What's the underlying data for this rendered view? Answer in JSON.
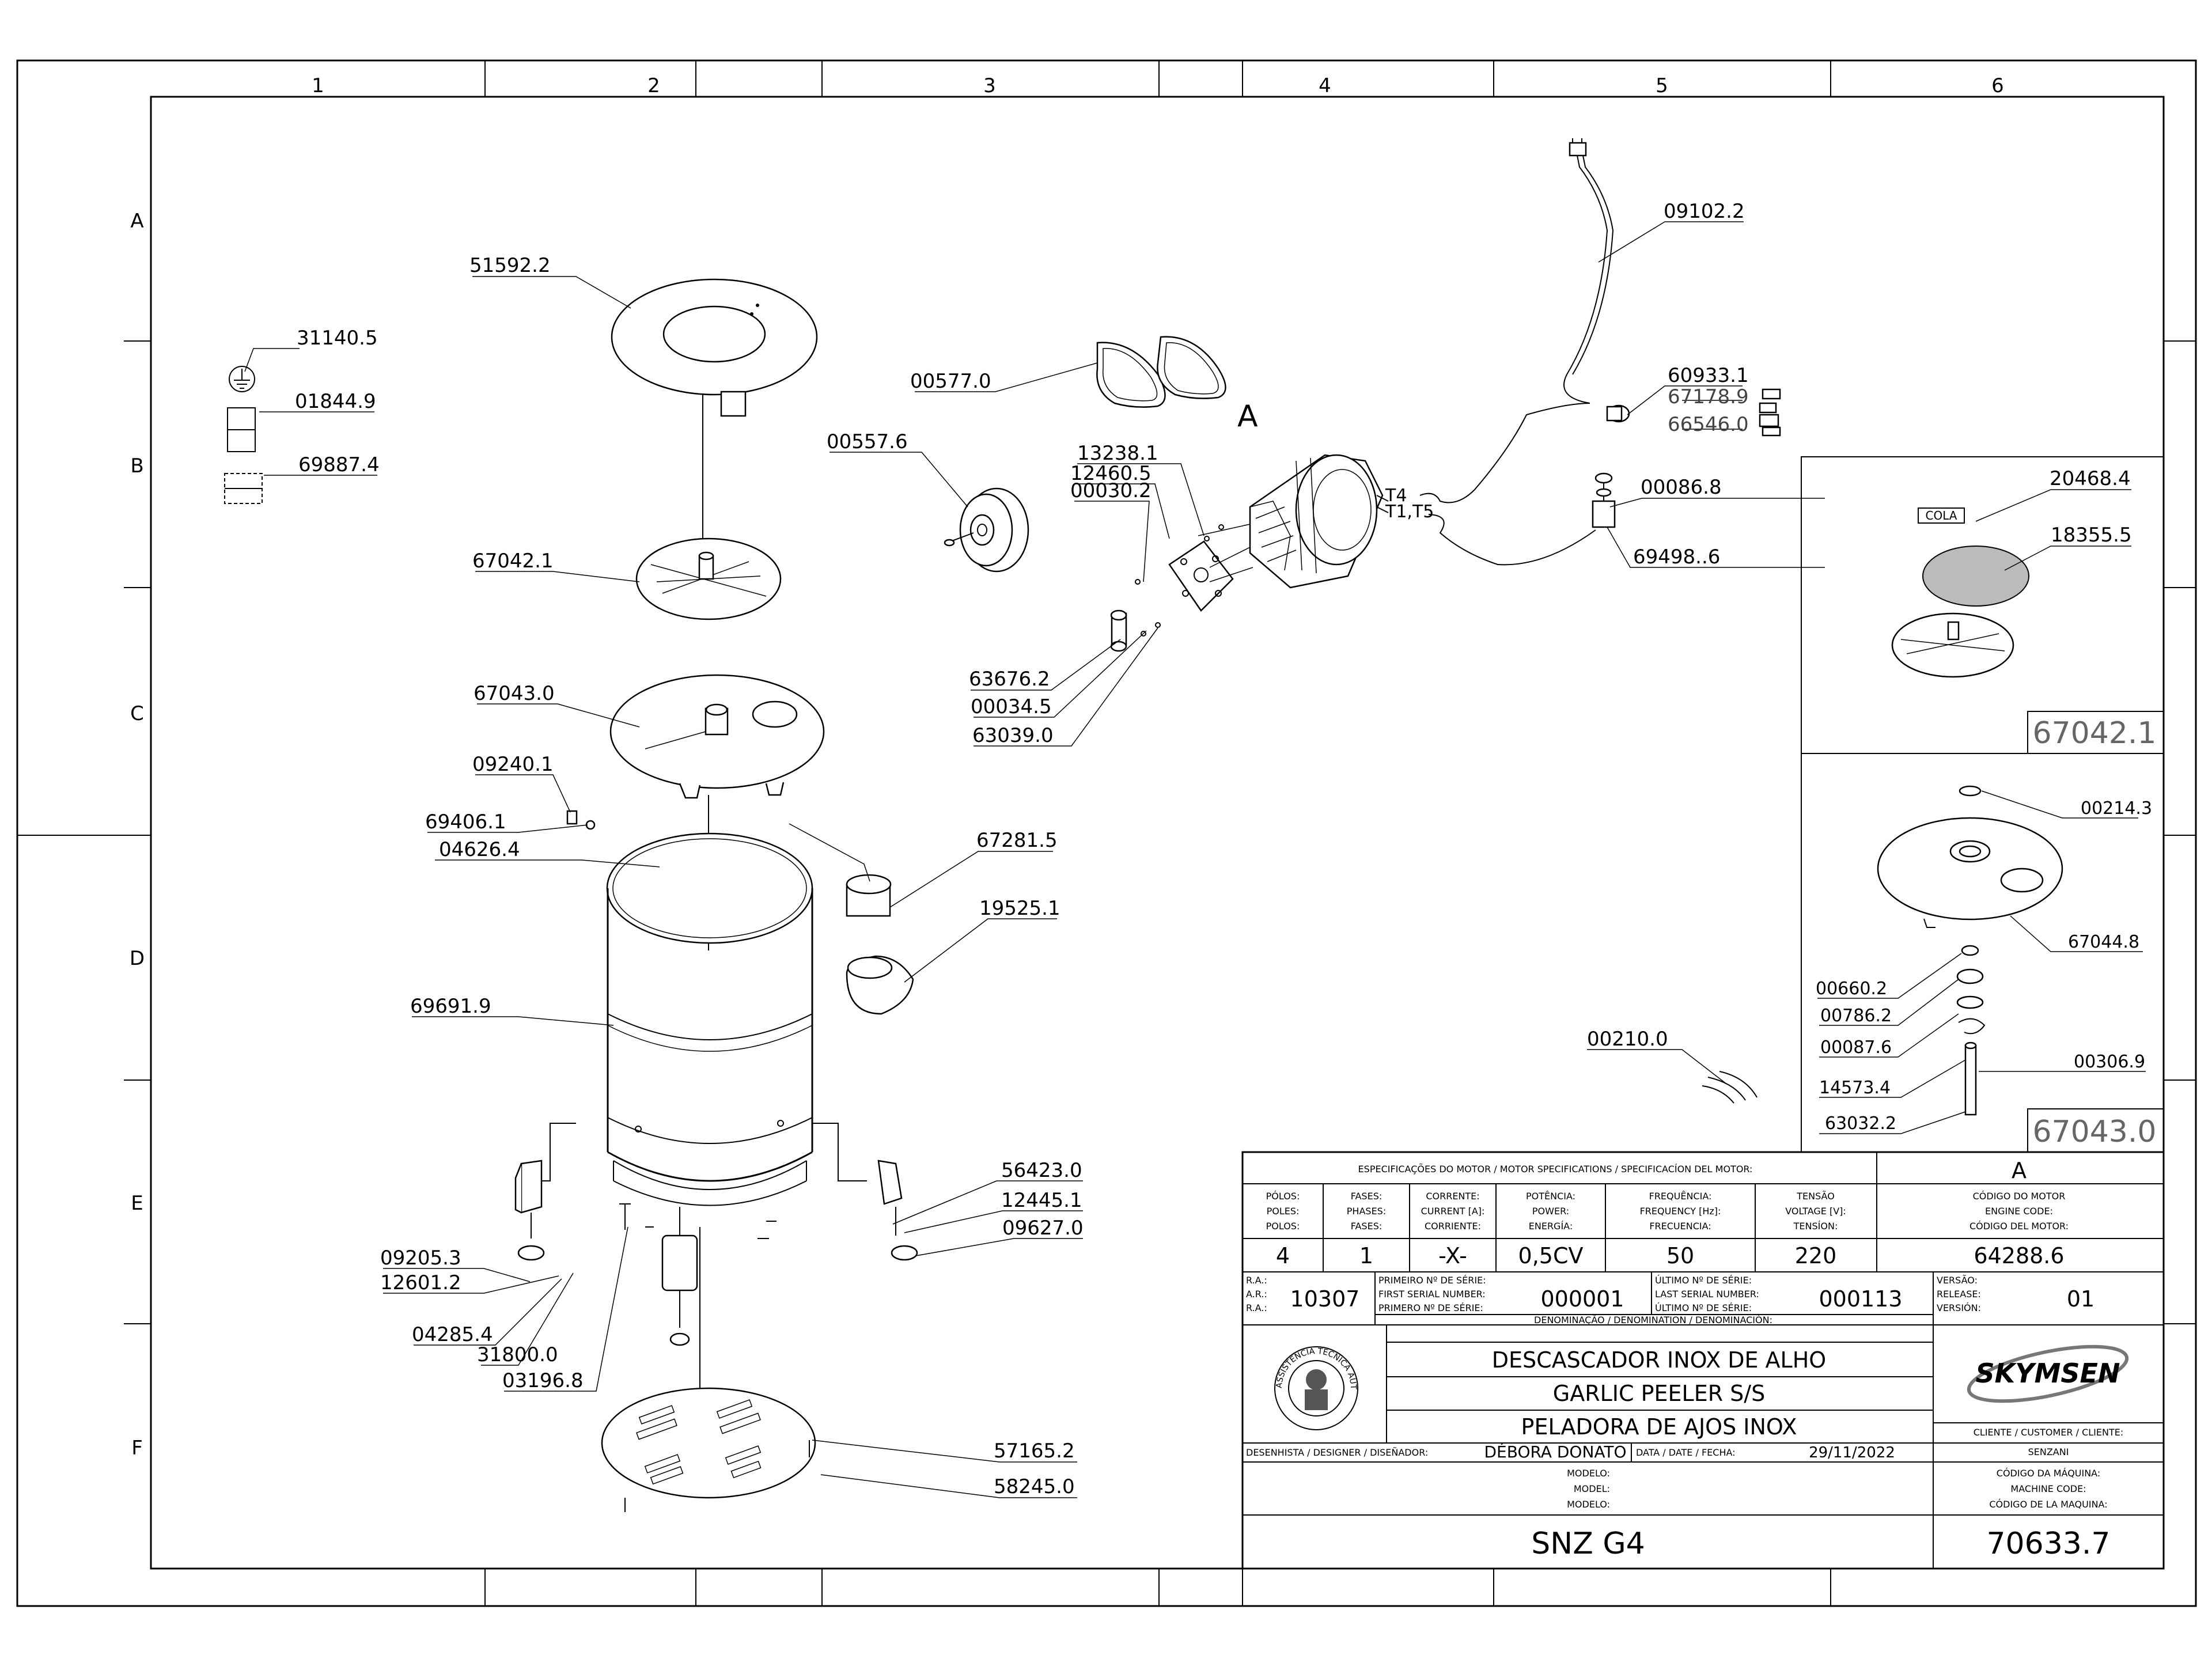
{
  "grid": {
    "columns": [
      "1",
      "2",
      "3",
      "4",
      "5",
      "6"
    ],
    "rows": [
      "A",
      "B",
      "C",
      "D",
      "E",
      "F"
    ]
  },
  "callouts": [
    {
      "id": "c1",
      "text": "31140.5"
    },
    {
      "id": "c2",
      "text": "01844.9"
    },
    {
      "id": "c3",
      "text": "69887.4"
    },
    {
      "id": "c4",
      "text": "51592.2"
    },
    {
      "id": "c5",
      "text": "67042.1"
    },
    {
      "id": "c6",
      "text": "67043.0"
    },
    {
      "id": "c7",
      "text": "09240.1"
    },
    {
      "id": "c8",
      "text": "69406.1"
    },
    {
      "id": "c9",
      "text": "04626.4"
    },
    {
      "id": "c10",
      "text": "69691.9"
    },
    {
      "id": "c11",
      "text": "67281.5"
    },
    {
      "id": "c12",
      "text": "19525.1"
    },
    {
      "id": "c13",
      "text": "00577.0"
    },
    {
      "id": "c14",
      "text": "00557.6"
    },
    {
      "id": "c15",
      "text": "13238.1"
    },
    {
      "id": "c16",
      "text": "12460.5"
    },
    {
      "id": "c17",
      "text": "00030.2"
    },
    {
      "id": "c18",
      "text": "63676.2"
    },
    {
      "id": "c19",
      "text": "00034.5"
    },
    {
      "id": "c20",
      "text": "63039.0"
    },
    {
      "id": "c21",
      "text": "09102.2"
    },
    {
      "id": "c22",
      "text": "60933.1"
    },
    {
      "id": "c23",
      "text": "67178.9"
    },
    {
      "id": "c24",
      "text": "66546.0"
    },
    {
      "id": "c25",
      "text": "00086.8"
    },
    {
      "id": "c26",
      "text": "69498..6"
    },
    {
      "id": "c27",
      "text": "00210.0"
    },
    {
      "id": "c28",
      "text": "56423.0"
    },
    {
      "id": "c29",
      "text": "12445.1"
    },
    {
      "id": "c30",
      "text": "09627.0"
    },
    {
      "id": "c31",
      "text": "09205.3"
    },
    {
      "id": "c32",
      "text": "12601.2"
    },
    {
      "id": "c33",
      "text": "04285.4"
    },
    {
      "id": "c34",
      "text": "31800.0"
    },
    {
      "id": "c35",
      "text": "03196.8"
    },
    {
      "id": "c36",
      "text": "57165.2"
    },
    {
      "id": "c37",
      "text": "58245.0"
    },
    {
      "id": "c38",
      "text": "20468.4"
    },
    {
      "id": "c39",
      "text": "18355.5"
    },
    {
      "id": "c40",
      "text": "00214.3"
    },
    {
      "id": "c41",
      "text": "67044.8"
    },
    {
      "id": "c42",
      "text": "00660.2"
    },
    {
      "id": "c43",
      "text": "00786.2"
    },
    {
      "id": "c44",
      "text": "00087.6"
    },
    {
      "id": "c45",
      "text": "00306.9"
    },
    {
      "id": "c46",
      "text": "14573.4"
    },
    {
      "id": "c47",
      "text": "63032.2"
    }
  ],
  "motor_letter": "A",
  "motor_terminals": {
    "t4": "T4",
    "t1t5": "T1,T5"
  },
  "cola_label": "COLA",
  "detail_boxes": {
    "top": "67042.1",
    "bottom": "67043.0"
  },
  "title_block": {
    "spec_header": "ESPECIFICAÇÕES DO MOTOR / MOTOR SPECIFICATIONS / SPECIFICACÍON DEL MOTOR:",
    "spec_letter": "A",
    "col_headers": [
      [
        "PÓLOS:",
        "POLES:",
        "POLOS:"
      ],
      [
        "FASES:",
        "PHASES:",
        "FASES:"
      ],
      [
        "CORRENTE:",
        "CURRENT [A]:",
        "CORRIENTE:"
      ],
      [
        "POTÊNCIA:",
        "POWER:",
        "ENERGÍA:"
      ],
      [
        "FREQUÊNCIA:",
        "FREQUENCY [Hz]:",
        "FRECUENCIA:"
      ],
      [
        "TENSÃO",
        "VOLTAGE [V]:",
        "TENSÍON:"
      ],
      [
        "CÓDIGO DO MOTOR",
        "ENGINE CODE:",
        "CÓDIGO DEL MOTOR:"
      ]
    ],
    "values": [
      "4",
      "1",
      "-X-",
      "0,5CV",
      "50",
      "220",
      "64288.6"
    ],
    "ra_labels": [
      "R.A.:",
      "A.R.:",
      "R.A.:"
    ],
    "ra_value": "10307",
    "first_serial_labels": [
      "PRIMEIRO Nº DE SÉRIE:",
      "FIRST SERIAL NUMBER:",
      "PRIMERO Nº DE SÉRIE:"
    ],
    "first_serial": "000001",
    "last_serial_labels": [
      "ÚLTIMO Nº DE SÉRIE:",
      "LAST SERIAL NUMBER:",
      "ÚLTIMO Nº DE SÉRIE:"
    ],
    "last_serial": "000113",
    "version_labels": [
      "VERSÃO:",
      "RELEASE:",
      "VERSIÓN:"
    ],
    "version": "01",
    "denomination_header": "DENOMINAÇÃO / DENOMINATION / DENOMINACIÓN:",
    "names": [
      "DESCASCADOR INOX DE ALHO",
      "GARLIC PEELER S/S",
      "PELADORA DE AJOS INOX"
    ],
    "seal_text": "ASSISTÊNCIA TÉCNICA AUTORIZADA",
    "brand": "SKYMSEN",
    "client_label": "CLIENTE / CUSTOMER / CLIENTE:",
    "client": "SENZANI",
    "designer_label": "DESENHISTA / DESIGNER / DISEÑADOR:",
    "designer": "DÉBORA DONATO",
    "date_label": "DATA / DATE / FECHA:",
    "date": "29/11/2022",
    "model_labels": [
      "MODELO:",
      "MODEL:",
      "MODELO:"
    ],
    "machine_code_labels": [
      "CÓDIGO DA MÁQUINA:",
      "MACHINE CODE:",
      "CÓDIGO DE LA MAQUINA:"
    ],
    "model": "SNZ G4",
    "machine_code": "70633.7"
  }
}
